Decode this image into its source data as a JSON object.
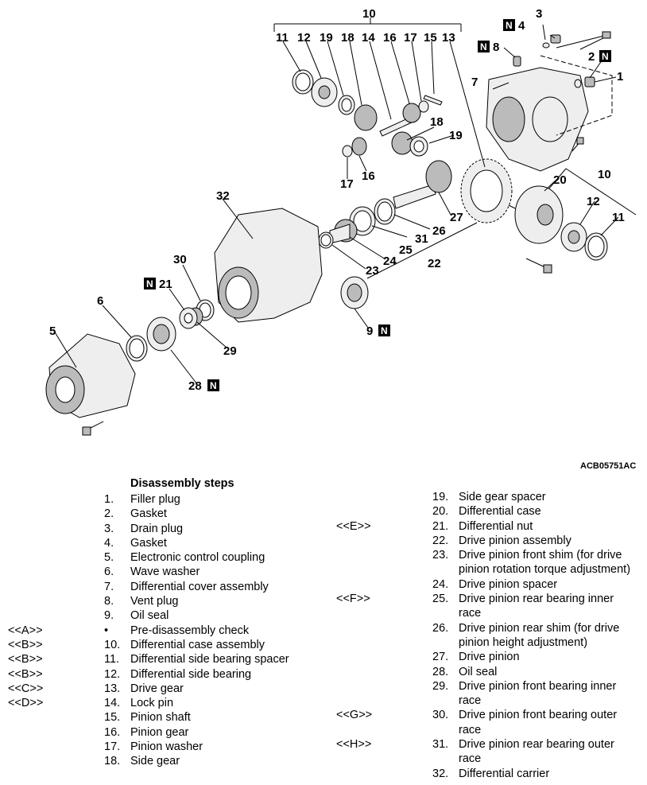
{
  "figure": {
    "code": "ACB05751AC",
    "callouts": [
      "1",
      "2",
      "3",
      "4",
      "5",
      "6",
      "7",
      "8",
      "9",
      "10",
      "10",
      "11",
      "11",
      "12",
      "12",
      "13",
      "14",
      "15",
      "16",
      "16",
      "17",
      "17",
      "18",
      "18",
      "19",
      "19",
      "20",
      "21",
      "22",
      "23",
      "24",
      "25",
      "26",
      "27",
      "28",
      "29",
      "30",
      "31",
      "32"
    ],
    "n_marker": "N"
  },
  "steps_title": "Disassembly steps",
  "left_steps": [
    {
      "ref": "",
      "num": "1.",
      "label": "Filler plug"
    },
    {
      "ref": "",
      "num": "2.",
      "label": "Gasket"
    },
    {
      "ref": "",
      "num": "3.",
      "label": "Drain plug"
    },
    {
      "ref": "",
      "num": "4.",
      "label": "Gasket"
    },
    {
      "ref": "",
      "num": "5.",
      "label": "Electronic control coupling"
    },
    {
      "ref": "",
      "num": "6.",
      "label": "Wave washer"
    },
    {
      "ref": "",
      "num": "7.",
      "label": "Differential cover assembly"
    },
    {
      "ref": "",
      "num": "8.",
      "label": "Vent plug"
    },
    {
      "ref": "",
      "num": "9.",
      "label": "Oil seal"
    },
    {
      "ref": "<<A>>",
      "num": "•",
      "label": "Pre-disassembly check"
    },
    {
      "ref": "<<B>>",
      "num": "10.",
      "label": "Differential case assembly"
    },
    {
      "ref": "<<B>>",
      "num": "11.",
      "label": "Differential side bearing spacer"
    },
    {
      "ref": "<<B>>",
      "num": "12.",
      "label": "Differential side bearing"
    },
    {
      "ref": "<<C>>",
      "num": "13.",
      "label": "Drive gear"
    },
    {
      "ref": "<<D>>",
      "num": "14.",
      "label": "Lock pin"
    },
    {
      "ref": "",
      "num": "15.",
      "label": "Pinion shaft"
    },
    {
      "ref": "",
      "num": "16.",
      "label": "Pinion gear"
    },
    {
      "ref": "",
      "num": "17.",
      "label": "Pinion washer"
    },
    {
      "ref": "",
      "num": "18.",
      "label": "Side gear"
    }
  ],
  "right_steps": [
    {
      "ref": "",
      "num": "19.",
      "label": "Side gear spacer",
      "cont": ""
    },
    {
      "ref": "",
      "num": "20.",
      "label": "Differential case",
      "cont": ""
    },
    {
      "ref": "<<E>>",
      "num": "21.",
      "label": "Differential nut",
      "cont": ""
    },
    {
      "ref": "",
      "num": "22.",
      "label": "Drive pinion assembly",
      "cont": ""
    },
    {
      "ref": "",
      "num": "23.",
      "label": "Drive pinion front shim (for drive",
      "cont": "pinion rotation torque adjustment)"
    },
    {
      "ref": "",
      "num": "24.",
      "label": "Drive pinion spacer",
      "cont": ""
    },
    {
      "ref": "<<F>>",
      "num": "25.",
      "label": "Drive pinion rear bearing inner",
      "cont": "race"
    },
    {
      "ref": "",
      "num": "26.",
      "label": "Drive pinion rear shim (for drive",
      "cont": "pinion height adjustment)"
    },
    {
      "ref": "",
      "num": "27.",
      "label": "Drive pinion",
      "cont": ""
    },
    {
      "ref": "",
      "num": "28.",
      "label": "Oil seal",
      "cont": ""
    },
    {
      "ref": "",
      "num": "29.",
      "label": "Drive pinion front bearing inner",
      "cont": "race"
    },
    {
      "ref": "<<G>>",
      "num": "30.",
      "label": "Drive pinion front bearing outer",
      "cont": "race"
    },
    {
      "ref": "<<H>>",
      "num": "31.",
      "label": "Drive pinion rear bearing outer",
      "cont": "race"
    },
    {
      "ref": "",
      "num": "32.",
      "label": "Differential carrier",
      "cont": ""
    }
  ]
}
